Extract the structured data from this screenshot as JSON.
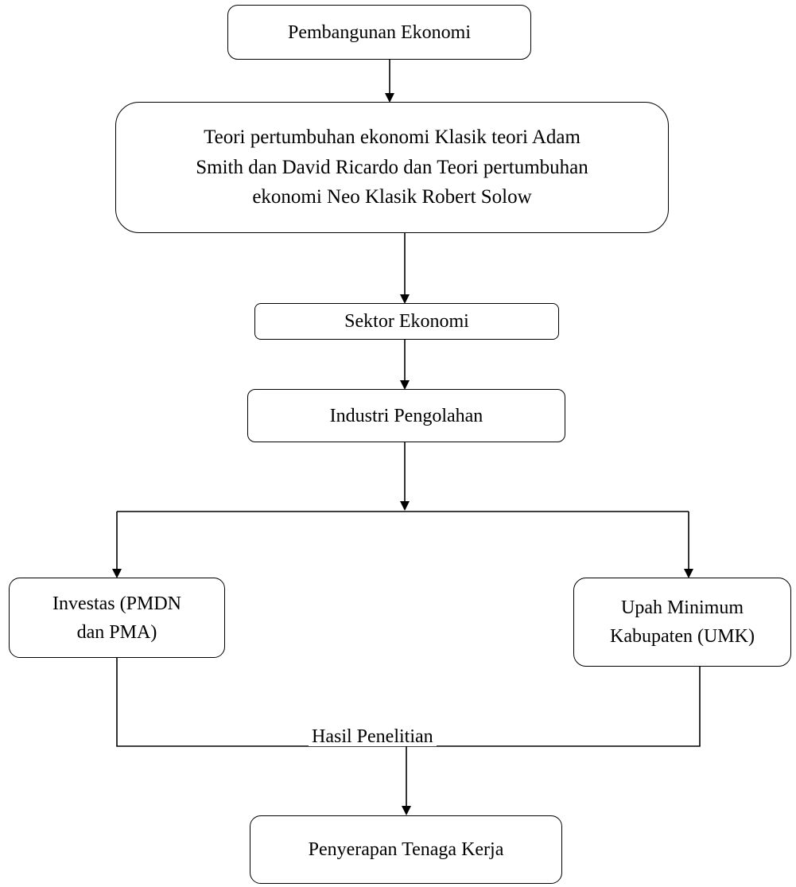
{
  "nodes": {
    "pembangunan": "Pembangunan Ekonomi",
    "teori": "Teori pertumbuhan ekonomi Klasik teori Adam\nSmith dan David Ricardo dan Teori pertumbuhan\nekonomi Neo Klasik Robert Solow",
    "sektor": "Sektor Ekonomi",
    "industri": "Industri Pengolahan",
    "investasi": "Investas (PMDN\ndan PMA)",
    "upah": "Upah Minimum\nKabupaten (UMK)",
    "penyerapan": "Penyerapan Tenaga Kerja"
  },
  "labels": {
    "hasil": "Hasil Penelitian"
  },
  "colors": {
    "stroke": "#000000",
    "background": "#ffffff"
  }
}
